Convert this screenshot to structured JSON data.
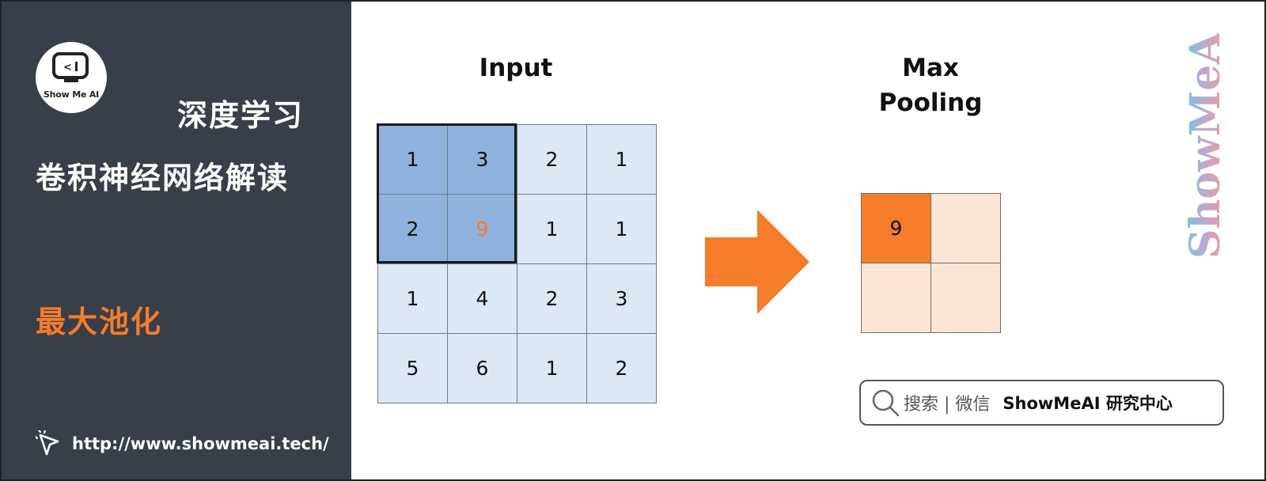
{
  "sidebar": {
    "logo_text": "Show Me AI",
    "title_line1": "深度学习",
    "title_line2": "卷积神经网络解读",
    "topic": "最大池化",
    "url": "http://www.showmeai.tech/"
  },
  "input": {
    "label": "Input",
    "rows": [
      [
        "1",
        "3",
        "2",
        "1"
      ],
      [
        "2",
        "9",
        "1",
        "1"
      ],
      [
        "1",
        "4",
        "2",
        "3"
      ],
      [
        "5",
        "6",
        "1",
        "2"
      ]
    ]
  },
  "output": {
    "label_line1": "Max",
    "label_line2": "Pooling",
    "rows": [
      [
        "9",
        ""
      ],
      [
        "",
        ""
      ]
    ]
  },
  "watermark": "ShowMeAI",
  "search": {
    "prefix": "搜索 | 微信",
    "brand": "ShowMeAI 研究中心"
  },
  "colors": {
    "sidebar_bg": "#383e4a",
    "accent_orange": "#f47c2a",
    "input_light": "#dde8f5",
    "input_dark": "#8fb2dc",
    "output_light": "#fbe5d6"
  }
}
